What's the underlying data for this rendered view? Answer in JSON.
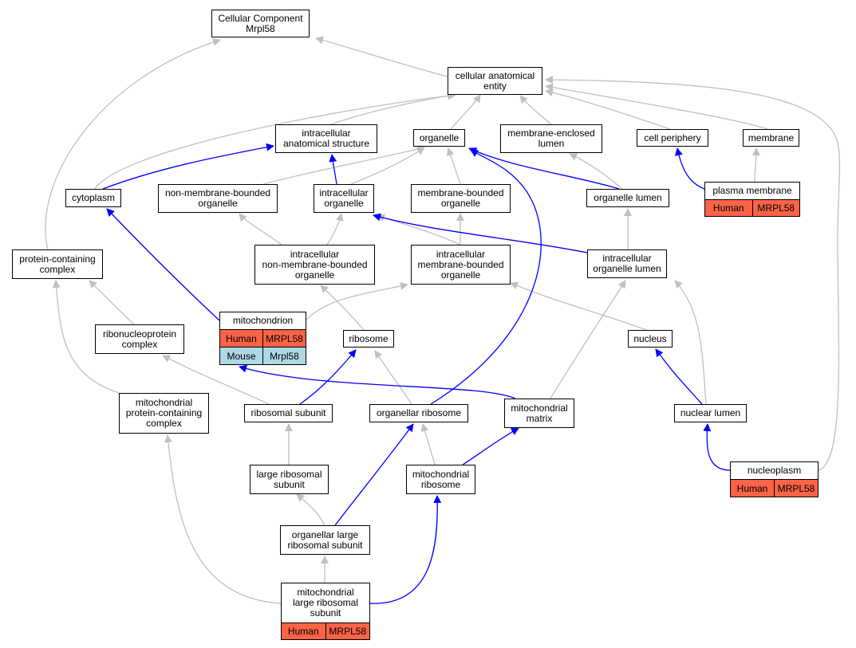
{
  "colors": {
    "human": "#fb6346",
    "mouse": "#add8e6",
    "is_a_edge": "#c0c0c0",
    "part_of_edge": "#0000ff"
  },
  "nodes": {
    "cellular_component": [
      "Cellular Component",
      "Mrpl58"
    ],
    "cellular_anatomical_entity": [
      "cellular anatomical",
      "entity"
    ],
    "intracellular_anatomical_structure": [
      "intracellular",
      "anatomical structure"
    ],
    "organelle": [
      "organelle"
    ],
    "membrane_enclosed_lumen": [
      "membrane-enclosed",
      "lumen"
    ],
    "cell_periphery": [
      "cell periphery"
    ],
    "membrane": [
      "membrane"
    ],
    "cytoplasm": [
      "cytoplasm"
    ],
    "non_membrane_bounded_organelle": [
      "non-membrane-bounded",
      "organelle"
    ],
    "intracellular_organelle": [
      "intracellular",
      "organelle"
    ],
    "membrane_bounded_organelle": [
      "membrane-bounded",
      "organelle"
    ],
    "organelle_lumen": [
      "organelle lumen"
    ],
    "plasma_membrane": [
      "plasma membrane"
    ],
    "protein_containing_complex": [
      "protein-containing",
      "complex"
    ],
    "intracellular_non_membrane_bounded_organelle": [
      "intracellular",
      "non-membrane-bounded",
      "organelle"
    ],
    "intracellular_membrane_bounded_organelle": [
      "intracellular",
      "membrane-bounded",
      "organelle"
    ],
    "intracellular_organelle_lumen": [
      "intracellular",
      "organelle lumen"
    ],
    "mitochondrion": [
      "mitochondrion"
    ],
    "ribonucleoprotein_complex": [
      "ribonucleoprotein",
      "complex"
    ],
    "ribosome": [
      "ribosome"
    ],
    "nucleus": [
      "nucleus"
    ],
    "mitochondrial_protein_containing_complex": [
      "mitochondrial",
      "protein-containing",
      "complex"
    ],
    "ribosomal_subunit": [
      "ribosomal subunit"
    ],
    "organellar_ribosome": [
      "organellar ribosome"
    ],
    "mitochondrial_matrix": [
      "mitochondrial",
      "matrix"
    ],
    "nuclear_lumen": [
      "nuclear lumen"
    ],
    "large_ribosomal_subunit": [
      "large ribosomal",
      "subunit"
    ],
    "mitochondrial_ribosome": [
      "mitochondrial",
      "ribosome"
    ],
    "nucleoplasm": [
      "nucleoplasm"
    ],
    "organellar_large_ribosomal_subunit": [
      "organellar large",
      "ribosomal subunit"
    ],
    "mitochondrial_large_ribosomal_subunit": [
      "mitochondrial",
      "large ribosomal",
      "subunit"
    ]
  },
  "annotations": {
    "plasma_membrane": [
      [
        "Human",
        "MRPL58"
      ]
    ],
    "mitochondrion": [
      [
        "Human",
        "MRPL58"
      ],
      [
        "Mouse",
        "Mrpl58"
      ]
    ],
    "nucleoplasm": [
      [
        "Human",
        "MRPL58"
      ]
    ],
    "mitochondrial_large_ribosomal_subunit": [
      [
        "Human",
        "MRPL58"
      ]
    ]
  }
}
